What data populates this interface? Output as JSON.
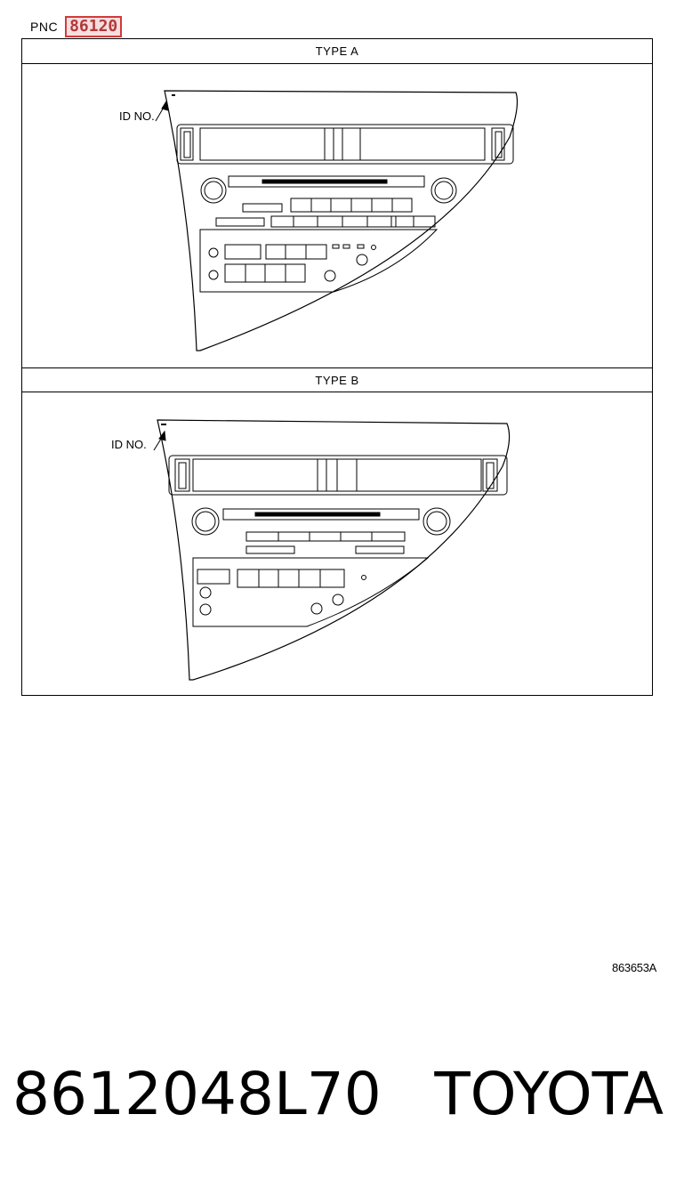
{
  "pnc": {
    "label": "PNC",
    "number": "86120"
  },
  "diagram": {
    "type_a_title": "TYPE A",
    "type_b_title": "TYPE B",
    "id_label_a": "ID NO.",
    "id_label_b": "ID NO.",
    "reference_code": "863653A"
  },
  "part": {
    "number": "8612048L70",
    "brand": "TOYOTA"
  },
  "colors": {
    "pnc_highlight_border": "#d23a3a",
    "pnc_highlight_fill": "#f7dede"
  }
}
